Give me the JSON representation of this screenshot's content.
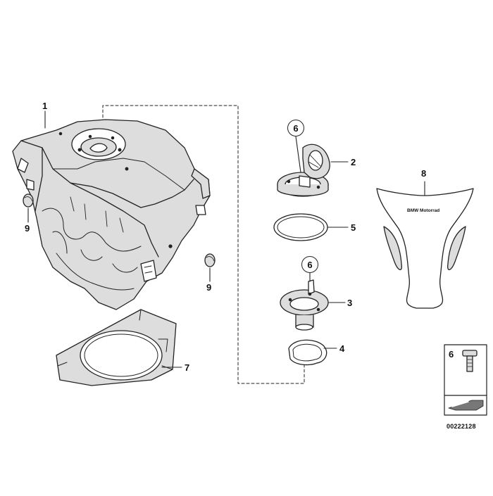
{
  "callouts": {
    "tank": "1",
    "filler_cap": "2",
    "filler_ring": "3",
    "flange_seal": "4",
    "gasket": "5",
    "screw_top": "6",
    "screw_mid": "6",
    "tank_pad": "8",
    "plug_left": "9",
    "plug_right": "9",
    "cover": "7"
  },
  "tank_pad_brand": "BMW Motorrad",
  "legend": {
    "screw_number": "6"
  },
  "doc_number": "00222128"
}
